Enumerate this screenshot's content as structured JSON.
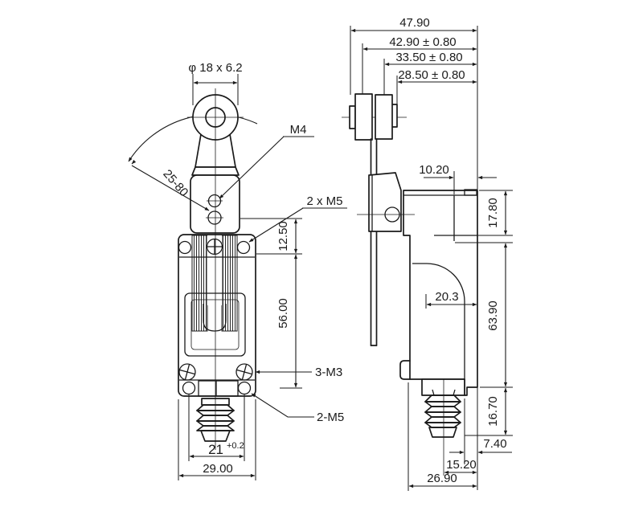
{
  "drawing_type": "limit-switch rotary roller lever, 2-view dimensioned engineering drawing",
  "colors": {
    "line": "#1a1a1a",
    "background": "#ffffff"
  },
  "front_view": {
    "roller_size": "φ 18 x 6.2",
    "lever_angle_range": "25-80",
    "head_screw": "M4",
    "side_holes": "2 x M5",
    "head_to_hole_height": "12.50",
    "body_hole_spacing_height": "56.00",
    "cover_screws": "3-M3",
    "bottom_holes": "2-M5",
    "bottom_hole_spacing": "21",
    "bottom_hole_tolerance": "+0.2",
    "body_width": "29.00"
  },
  "side_view": {
    "total_depth": "47.90",
    "roller_center_depth": "42.90 ± 0.80",
    "lever_center_depth": "33.50 ± 0.80",
    "hub_face_depth": "28.50 ± 0.80",
    "head_top_depth": "10.20",
    "head_height": "17.80",
    "front_clearance": "20.3",
    "body_height": "63.90",
    "conduit_height": "16.70",
    "conduit_offset": "7.40",
    "conduit_center_depth": "15.20",
    "base_depth": "26.90"
  }
}
